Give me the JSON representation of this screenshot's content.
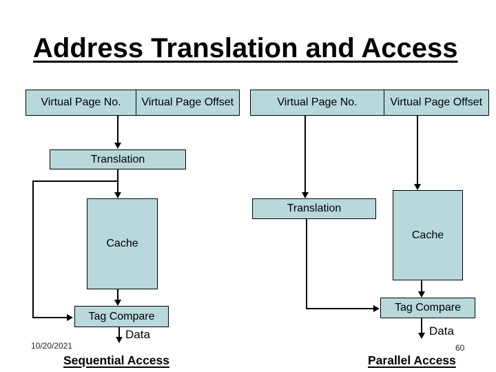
{
  "slide": {
    "title": "Address Translation and Access",
    "date": "10/20/2021",
    "page_number": "60"
  },
  "colors": {
    "box_fill": "#b8d8dc",
    "box_border": "#000000",
    "line": "#000000",
    "background": "#ffffff"
  },
  "sequential": {
    "caption": "Sequential Access",
    "virtual_page_no": "Virtual Page No.",
    "virtual_page_offset": "Virtual Page Offset",
    "translation": "Translation",
    "cache": "Cache",
    "tag_compare": "Tag Compare",
    "data_label": "Data"
  },
  "parallel": {
    "caption": "Parallel Access",
    "virtual_page_no": "Virtual Page No.",
    "virtual_page_offset": "Virtual Page Offset",
    "translation": "Translation",
    "cache": "Cache",
    "tag_compare": "Tag Compare",
    "data_label": "Data"
  }
}
